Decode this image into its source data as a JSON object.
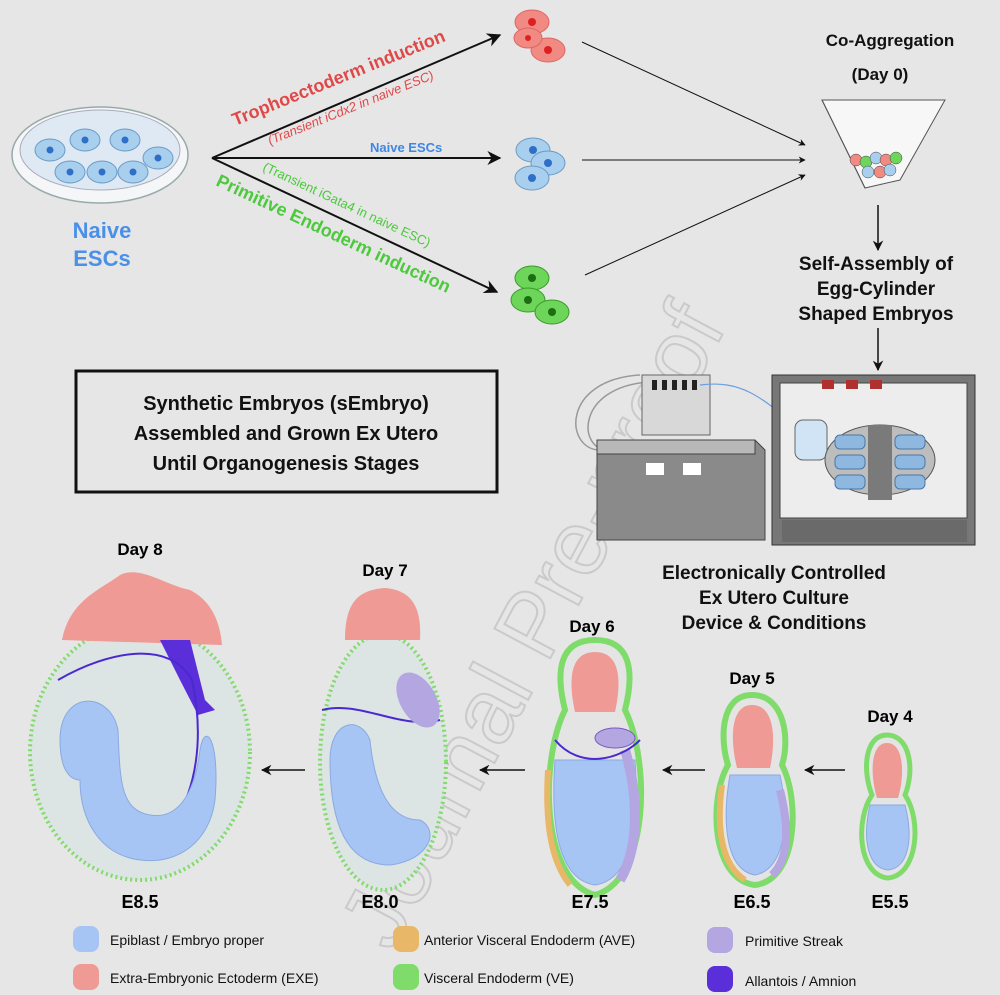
{
  "colors": {
    "background": "#e6e6e6",
    "trophoectoderm": "#e04848",
    "naive": "#3f86e6",
    "primitive_endoderm": "#4cc93c",
    "epiblast": "#a6c4f4",
    "exe": "#ef9a94",
    "ave": "#e8b868",
    "ve": "#7fdc6a",
    "primitive_streak": "#b4a6e0",
    "allantois": "#5a2ed8"
  },
  "source": {
    "label_line1": "Naive",
    "label_line2": "ESCs"
  },
  "paths": {
    "troph_title": "Trophoectoderm induction",
    "troph_sub": "(Transient iCdx2 in naive ESC)",
    "naive": "Naive ESCs",
    "pe_sub": "(Transient iGata4 in naive ESC)",
    "pe_title": "Primitive Endoderm induction"
  },
  "coagg": {
    "line1": "Co-Aggregation",
    "line2": "(Day 0)"
  },
  "self_assembly": {
    "line1": "Self-Assembly of",
    "line2": "Egg-Cylinder",
    "line3": "Shaped Embryos"
  },
  "box": {
    "line1": "Synthetic Embryos (sEmbryo)",
    "line2": "Assembled and Grown Ex Utero",
    "line3": "Until Organogenesis Stages"
  },
  "device": {
    "line1": "Electronically Controlled",
    "line2": "Ex Utero Culture",
    "line3": "Device & Conditions"
  },
  "stages": [
    {
      "day": "Day 8",
      "stage": "E8.5"
    },
    {
      "day": "Day 7",
      "stage": "E8.0"
    },
    {
      "day": "Day 6",
      "stage": "E7.5"
    },
    {
      "day": "Day 5",
      "stage": "E6.5"
    },
    {
      "day": "Day 4",
      "stage": "E5.5"
    }
  ],
  "legend": [
    {
      "label": "Epiblast / Embryo proper",
      "color": "#a6c4f4"
    },
    {
      "label": "Extra-Embryonic Ectoderm (EXE)",
      "color": "#ef9a94"
    },
    {
      "label": "Anterior Visceral Endoderm (AVE)",
      "color": "#e8b868"
    },
    {
      "label": "Visceral Endoderm (VE)",
      "color": "#7fdc6a"
    },
    {
      "label": "Primitive Streak",
      "color": "#b4a6e0"
    },
    {
      "label": "Allantois / Amnion",
      "color": "#5a2ed8"
    }
  ],
  "watermark": "Journal Pre-proof"
}
